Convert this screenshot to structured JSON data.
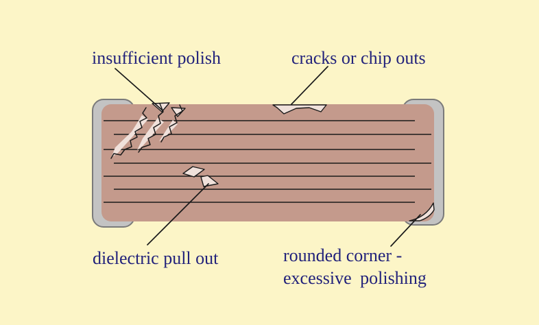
{
  "labels": {
    "insufficient_polish": "insufficient polish",
    "cracks_or_chip_outs": "cracks or chip outs",
    "dielectric_pull_out": "dielectric pull out",
    "rounded_corner_line1": "rounded corner -",
    "rounded_corner_line2": "excessive polishing"
  },
  "colors": {
    "background": "#FCF5C7",
    "ceramic_body": "#C49A8C",
    "termination_fill": "#C3C3C3",
    "termination_border": "#7A7A7A",
    "defect_fill": "#F0E1DB",
    "line_black": "#1A1A1A",
    "label_text": "#22227B"
  }
}
